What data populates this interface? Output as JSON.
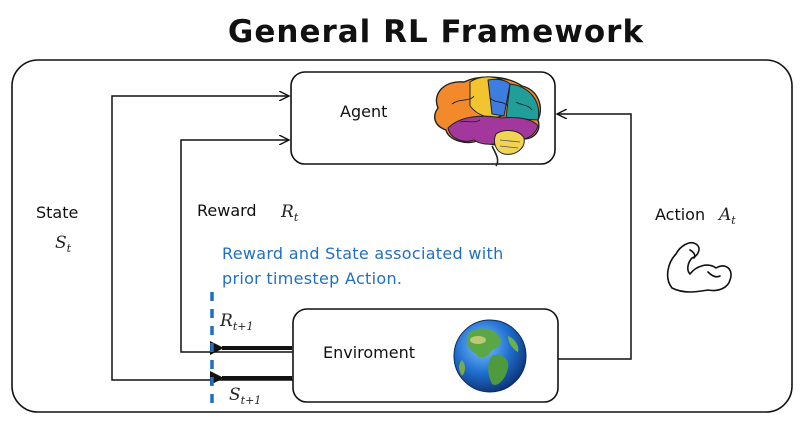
{
  "title": "General RL Framework",
  "agent": {
    "label": "Agent",
    "icon": "brain-icon"
  },
  "environment": {
    "label": "Enviroment",
    "icon": "globe-icon"
  },
  "state": {
    "label": "State",
    "symbol": "S",
    "subscript": "t"
  },
  "reward": {
    "label": "Reward",
    "symbol": "R",
    "subscript": "t"
  },
  "action": {
    "label": "Action",
    "symbol": "A",
    "subscript": "t",
    "icon": "flexed-bicep-icon"
  },
  "next_reward": {
    "symbol": "R",
    "subscript": "t+1"
  },
  "next_state": {
    "symbol": "S",
    "subscript": "t+1"
  },
  "note": {
    "line1": "Reward and State associated with",
    "line2": "prior timestep Action.",
    "color": "#1f6fc4"
  }
}
